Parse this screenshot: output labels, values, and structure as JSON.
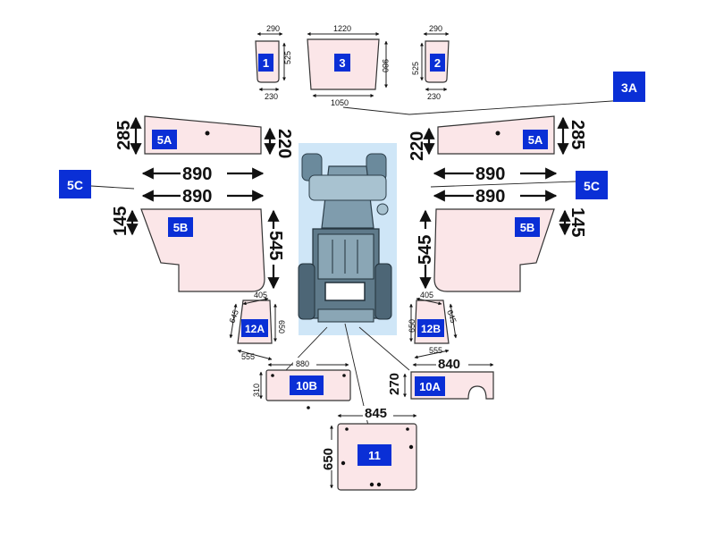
{
  "labels": {
    "p1": "1",
    "p2": "2",
    "p3": "3",
    "p3a": "3A",
    "p5a_left": "5A",
    "p5a_right": "5A",
    "p5b_left": "5B",
    "p5b_right": "5B",
    "p5c_left": "5C",
    "p5c_right": "5C",
    "p10a": "10A",
    "p10b": "10B",
    "p11": "11",
    "p12a": "12A",
    "p12b": "12B"
  },
  "dims": {
    "p1_top": "290",
    "p1_side": "525",
    "p1_bottom": "230",
    "p2_top": "290",
    "p2_side": "525",
    "p2_bottom": "230",
    "p3_top": "1220",
    "p3_side": "980",
    "p3_bottom": "1050",
    "p5a_left_h": "285",
    "p5a_left_h2": "220",
    "p5a_right_h": "285",
    "p5a_right_h2": "220",
    "w890_1_left": "890",
    "w890_2_left": "890",
    "w890_1_right": "890",
    "w890_2_right": "890",
    "p5b_left_top": "145",
    "p5b_left_side": "545",
    "p5b_right_top": "145",
    "p5b_right_side": "545",
    "p12a_top": "405",
    "p12a_left": "645",
    "p12a_right": "650",
    "p12a_bottom": "555",
    "p12b_top": "405",
    "p12b_left": "650",
    "p12b_right": "645",
    "p12b_bottom": "555",
    "p10b_w": "880",
    "p10b_h": "310",
    "p10a_w": "840",
    "p10a_h": "270",
    "p11_w": "845",
    "p11_h": "650"
  }
}
